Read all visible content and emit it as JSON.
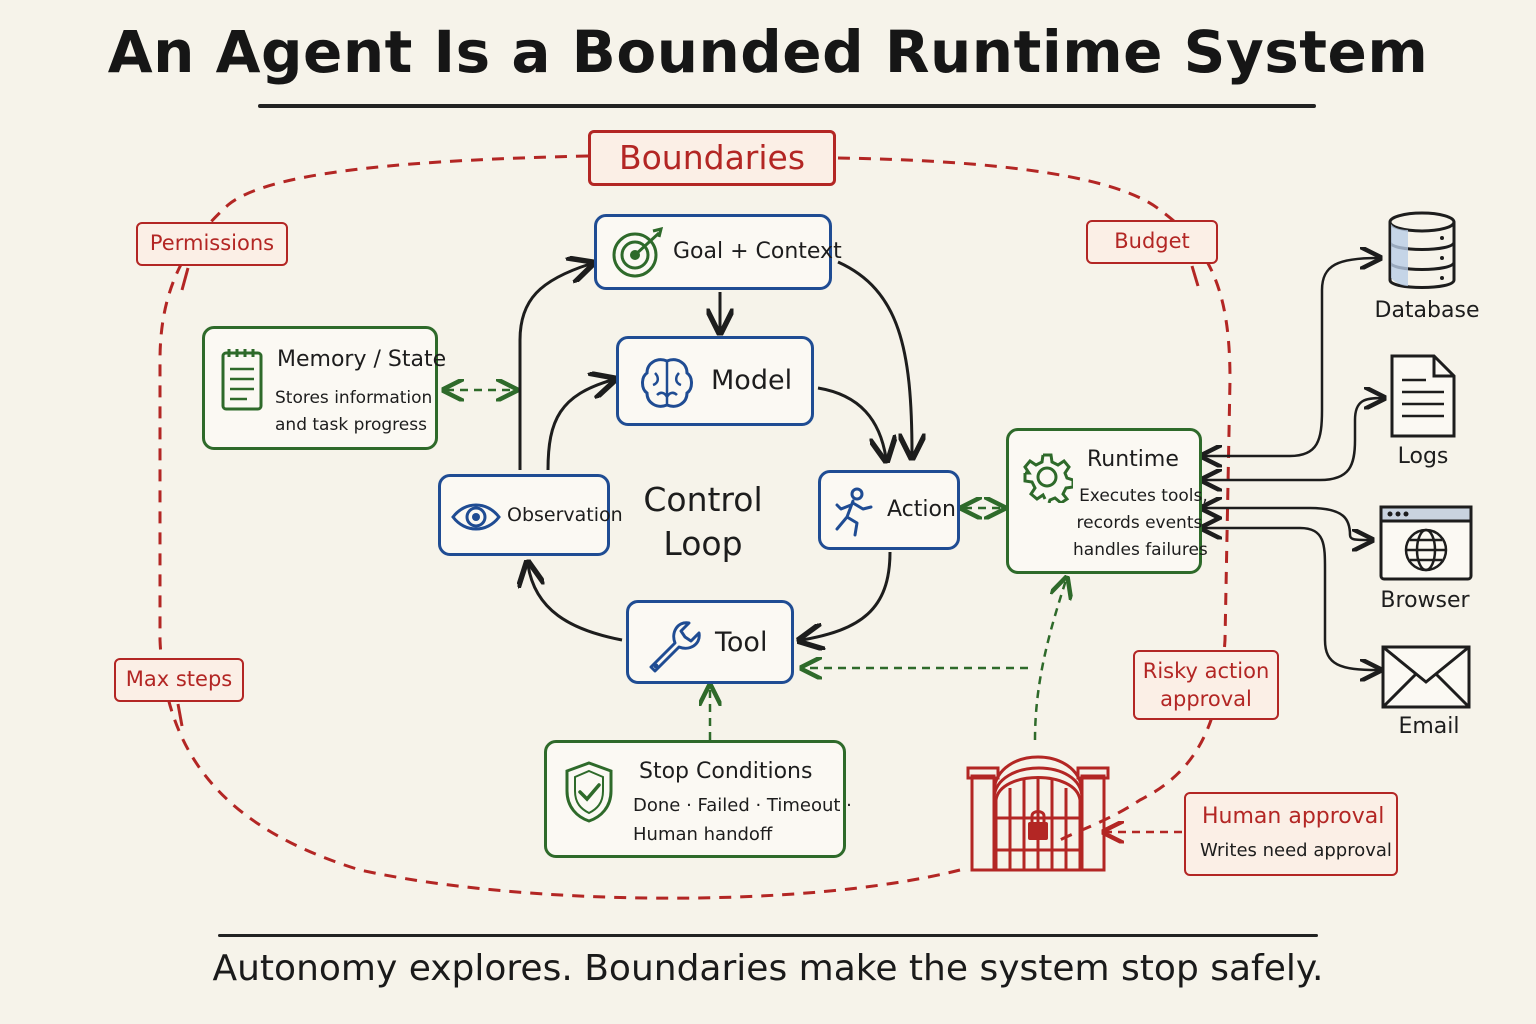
{
  "title": "An Agent Is a Bounded Runtime System",
  "footer": "Autonomy explores. Boundaries make the system stop safely.",
  "boundaries_label": "Boundaries",
  "boundary_tags": {
    "permissions": "Permissions",
    "budget": "Budget",
    "max_steps": "Max steps",
    "risky_action": [
      "Risky action",
      "approval"
    ]
  },
  "loop": {
    "center": [
      "Control",
      "Loop"
    ],
    "goal": "Goal + Context",
    "model": "Model",
    "action": "Action",
    "tool": "Tool",
    "observation": "Observation"
  },
  "memory": {
    "title": "Memory / State",
    "desc": [
      "Stores information",
      "and task progress"
    ]
  },
  "runtime": {
    "title": "Runtime",
    "desc": [
      "Executes tools,",
      "records events,",
      "handles failures"
    ]
  },
  "stop": {
    "title": "Stop Conditions",
    "desc": [
      "Done · Failed · Timeout ·",
      "Human handoff"
    ]
  },
  "human": {
    "title": "Human approval",
    "desc": "Writes need approval"
  },
  "external": {
    "database": "Database",
    "logs": "Logs",
    "browser": "Browser",
    "email": "Email"
  },
  "colors": {
    "loop_blue": "#1f4c93",
    "support_green": "#2e6a2a",
    "boundary_red": "#b32624",
    "ink": "#1d1d1d",
    "paper": "#f6f3ea"
  }
}
